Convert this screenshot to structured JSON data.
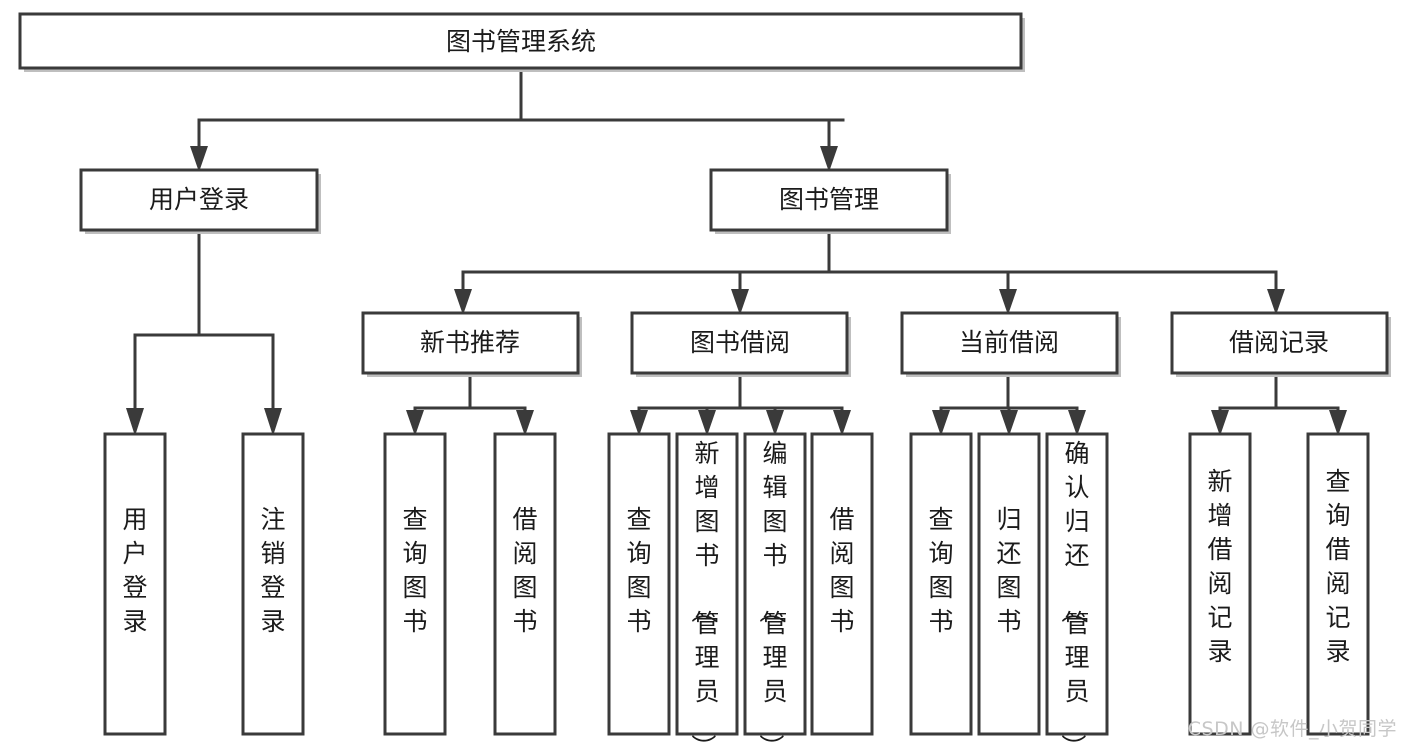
{
  "diagram": {
    "type": "tree",
    "title": "图书管理系统",
    "orientation": "top-down",
    "colors": {
      "box_stroke": "#3a3a3a",
      "box_fill": "#ffffff",
      "connector": "#3a3a3a",
      "text": "#1b1b1b",
      "watermark": "#c7c7c7",
      "background": "#ffffff"
    },
    "root": {
      "label": "图书管理系统"
    },
    "level1": [
      {
        "label": "用户登录"
      },
      {
        "label": "图书管理"
      }
    ],
    "level2": [
      {
        "label": "新书推荐"
      },
      {
        "label": "图书借阅"
      },
      {
        "label": "当前借阅"
      },
      {
        "label": "借阅记录"
      }
    ],
    "leaves": {
      "user_login": [
        {
          "label": "用户登录"
        },
        {
          "label": "注销登录"
        }
      ],
      "new_book_recommend": [
        {
          "label": "查询图书"
        },
        {
          "label": "借阅图书"
        }
      ],
      "book_borrow": [
        {
          "label": "查询图书"
        },
        {
          "label": "新增图书（管理员）"
        },
        {
          "label": "编辑图书（管理员）"
        },
        {
          "label": "借阅图书"
        }
      ],
      "current_borrow": [
        {
          "label": "查询图书"
        },
        {
          "label": "归还图书"
        },
        {
          "label": "确认归还（管理员）"
        }
      ],
      "borrow_record": [
        {
          "label": "新增借阅记录"
        },
        {
          "label": "查询借阅记录"
        }
      ]
    }
  },
  "watermark": {
    "text": "CSDN @软件_小贺同学"
  }
}
